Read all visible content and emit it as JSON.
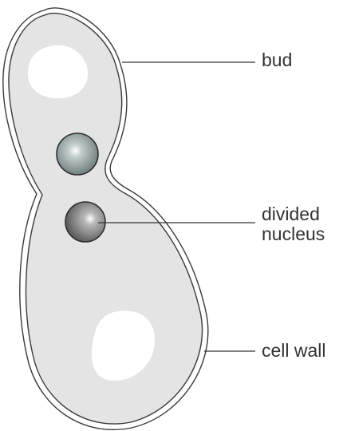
{
  "labels": {
    "bud": "bud",
    "divided_nucleus_line1": "divided",
    "divided_nucleus_line2": "nucleus",
    "cell_wall": "cell wall"
  },
  "colors": {
    "cytoplasm": "#e4e4e4",
    "wall_line": "#3a3a3a",
    "vacuole": "#ffffff",
    "nucleus_upper": "#8a9898",
    "nucleus_lower": "#7a7a7a",
    "leader_line": "#333333",
    "text": "#333333"
  },
  "icons": {
    "cell": "budding-yeast-cell-shape",
    "nucleus": "sphere-shape",
    "vacuole": "blob-shape"
  }
}
